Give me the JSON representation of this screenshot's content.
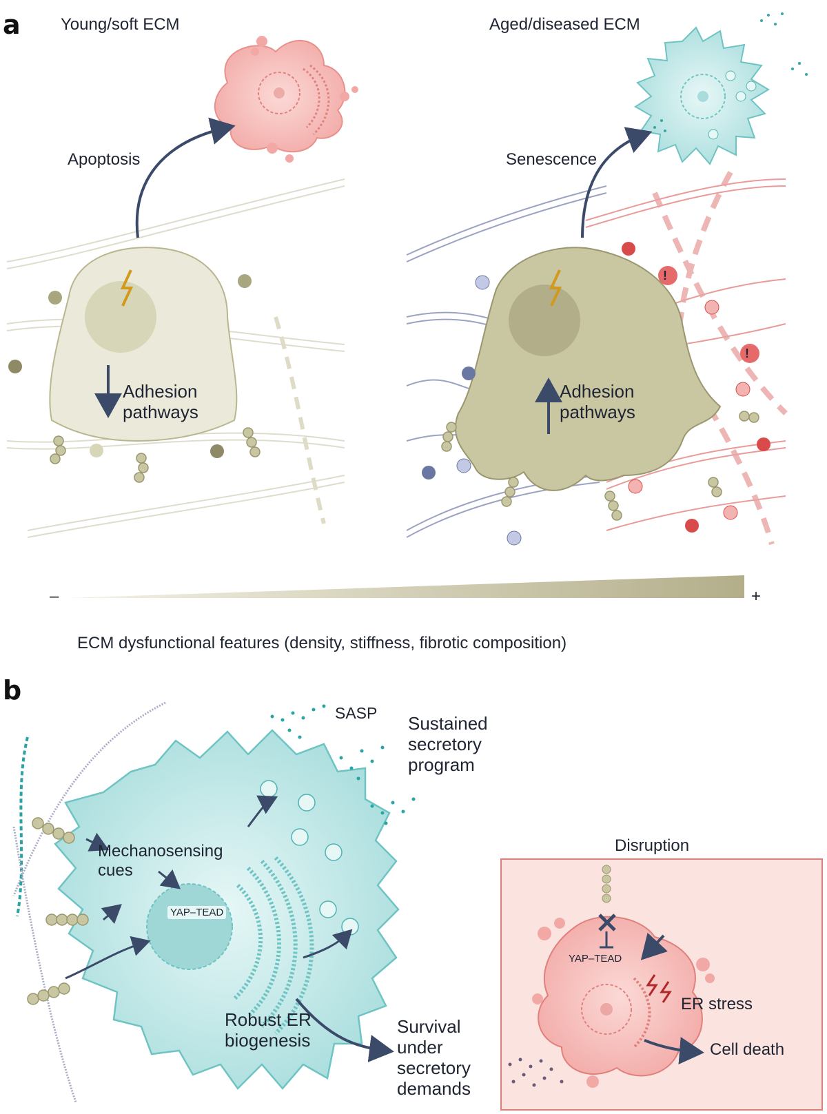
{
  "panel_a": {
    "letter": "a",
    "left_title": "Young/soft ECM",
    "right_title": "Aged/diseased ECM",
    "left_fate": "Apoptosis",
    "right_fate": "Senescence",
    "left_adhesion": [
      "Adhesion",
      "pathways"
    ],
    "right_adhesion": [
      "Adhesion",
      "pathways"
    ],
    "gradient_minus": "–",
    "gradient_plus": "+",
    "gradient_caption": "ECM dysfunctional features (density, stiffness, fibrotic composition)",
    "exclamation": "!"
  },
  "panel_b": {
    "letter": "b",
    "sasp": "SASP",
    "secretory": [
      "Sustained",
      "secretory",
      "program"
    ],
    "mechanosensing": [
      "Mechanosensing",
      "cues"
    ],
    "yap_tead": "YAP–TEAD",
    "er_biogenesis": [
      "Robust ER",
      "biogenesis"
    ],
    "survival": [
      "Survival",
      "under",
      "secretory",
      "demands"
    ],
    "disruption_title": "Disruption",
    "disruption_yap": "YAP–TEAD",
    "er_stress": "ER stress",
    "cell_death": "Cell death"
  },
  "colors": {
    "navy": "#3a4a68",
    "apoptotic_pink": "#f4b4b0",
    "senescent_teal": "#a8dede",
    "cell_beige": "#e7e6d6",
    "stiff_cell": "#c9c6a2",
    "ecm_blue": "#8a93b8",
    "ecm_red": "#e58a88",
    "disruption_bg": "#fbe3df",
    "disruption_border": "#d9807a"
  }
}
